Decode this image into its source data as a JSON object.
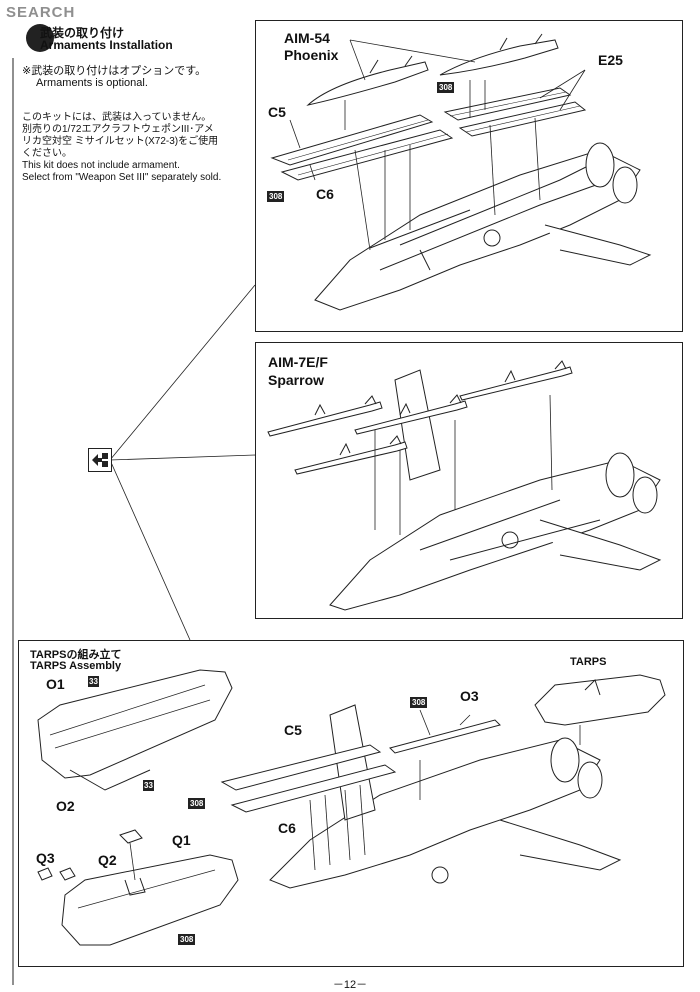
{
  "watermark": "SEARCH",
  "header": {
    "title_jp": "武装の取り付け",
    "title_en": "Armaments Installation",
    "optional_jp": "※武装の取り付けはオプションです。",
    "optional_en": "Armaments is optional."
  },
  "kit_note": {
    "jp_lines": [
      "このキットには、武装は入っていません。",
      "別売りの1/72エアクラフトウェポンIII･アメ",
      "リカ空対空 ミサイルセット(X72-3)をご使用",
      "ください。"
    ],
    "en_lines": [
      "This kit does not include armament.",
      "Select from \"Weapon Set III\" separately sold."
    ]
  },
  "panel_phoenix": {
    "title_line1": "AIM-54",
    "title_line2": "Phoenix",
    "parts": [
      "C5",
      "C6",
      "E25"
    ],
    "tags": [
      "308",
      "308"
    ]
  },
  "panel_sparrow": {
    "title_line1": "AIM-7E/F",
    "title_line2": "Sparrow"
  },
  "panel_tarps": {
    "title_jp": "TARPSの組み立て",
    "title_en": "TARPS Assembly",
    "parts": [
      "O1",
      "O2",
      "Q1",
      "Q2",
      "Q3",
      "O3",
      "C5",
      "C6"
    ],
    "tarps_label": "TARPS",
    "tags": [
      "33",
      "33",
      "308",
      "308",
      "308"
    ]
  },
  "page_number": "－12－"
}
